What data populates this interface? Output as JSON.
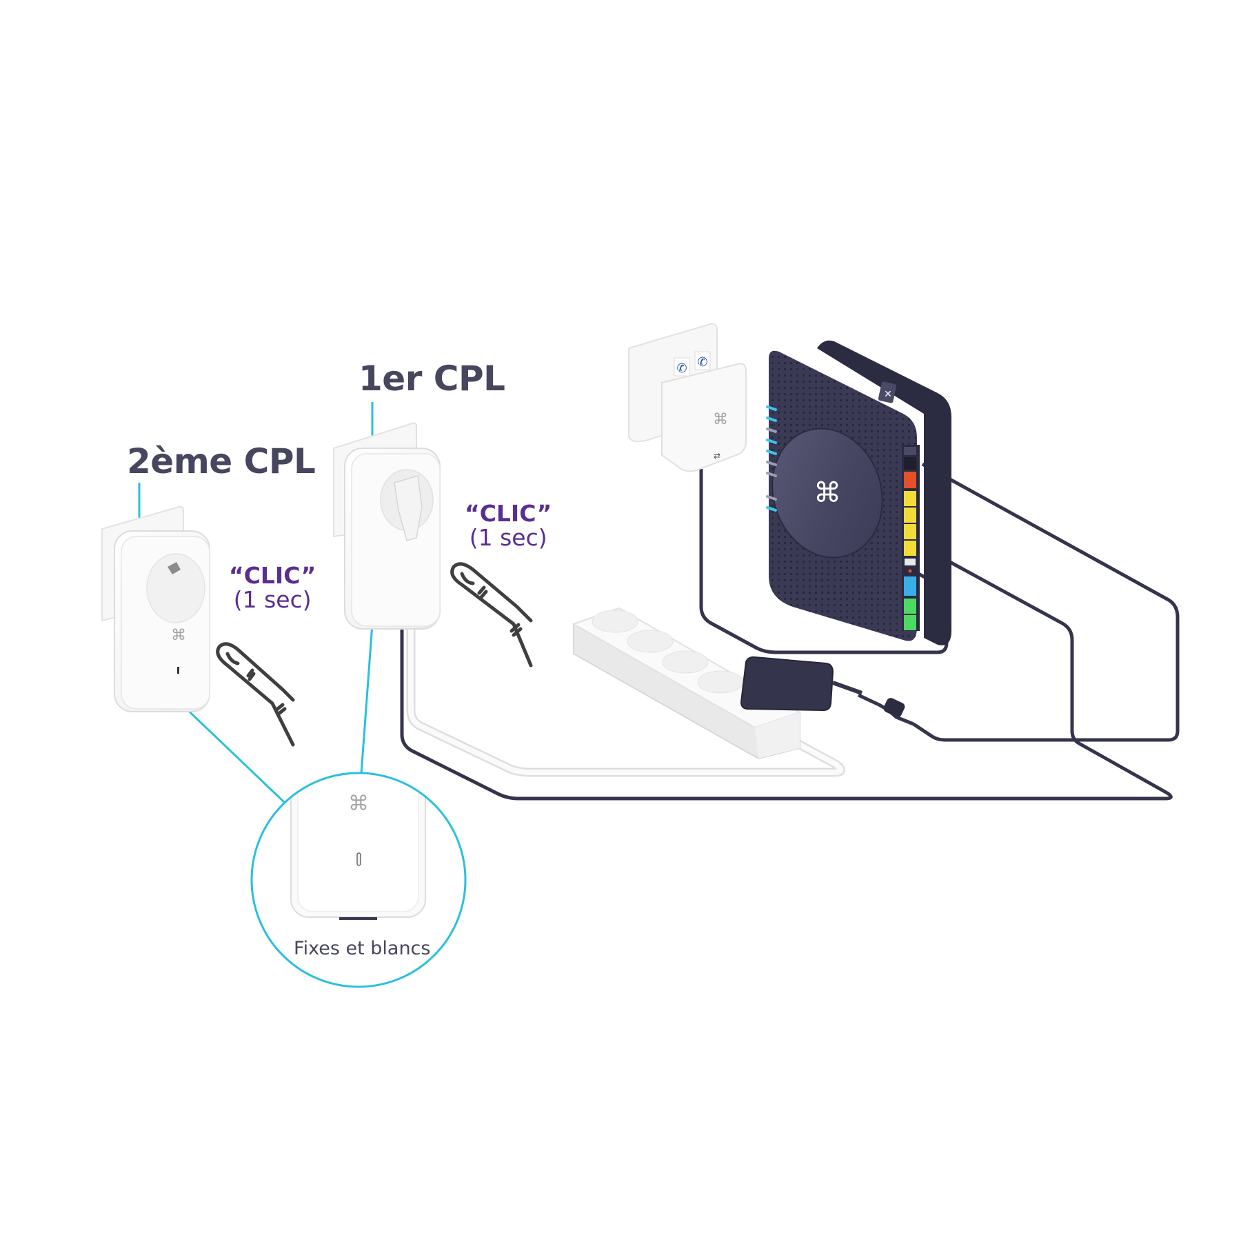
{
  "diagram": {
    "title_first_adapter": "1er CPL",
    "title_second_adapter": "2ème CPL",
    "press_instruction_first": {
      "action": "“CLIC”",
      "duration": "(1 sec)"
    },
    "press_instruction_second": {
      "action": "“CLIC”",
      "duration": "(1 sec)"
    },
    "zoom_callout_caption": "Fixes et blancs",
    "devices": [
      {
        "id": "second-cpl",
        "name": "2ème CPL",
        "type": "powerline adapter with socket",
        "state": "plugged into wall"
      },
      {
        "id": "first-cpl",
        "name": "1er CPL",
        "type": "powerline adapter with socket",
        "state": "plugged into wall, power strip plugged into it"
      },
      {
        "id": "phone-filter",
        "type": "telephone wall socket adapter"
      },
      {
        "id": "router",
        "type": "internet box router"
      },
      {
        "id": "power-strip",
        "type": "4-outlet power strip"
      },
      {
        "id": "power-supply",
        "type": "router power adapter"
      }
    ],
    "router_ports": [
      "power-switch",
      "power-in",
      "fiber",
      "ethernet-1",
      "ethernet-2",
      "ethernet-3",
      "ethernet-4",
      "usb",
      "reset",
      "dsl",
      "phone-1",
      "phone-2"
    ]
  },
  "colors": {
    "title_text": "#46465e",
    "instruction_text": "#5a2d91",
    "callout_line": "#29c0dd",
    "router_body": "#3a3a55",
    "cable_dark": "#34344c",
    "device_white": "#f4f4f4",
    "port_red": "#e4502a",
    "port_yellow": "#f2dc3a",
    "port_blue": "#3aaee8",
    "port_green": "#4cd964",
    "led_blue": "#3ec3f0"
  }
}
